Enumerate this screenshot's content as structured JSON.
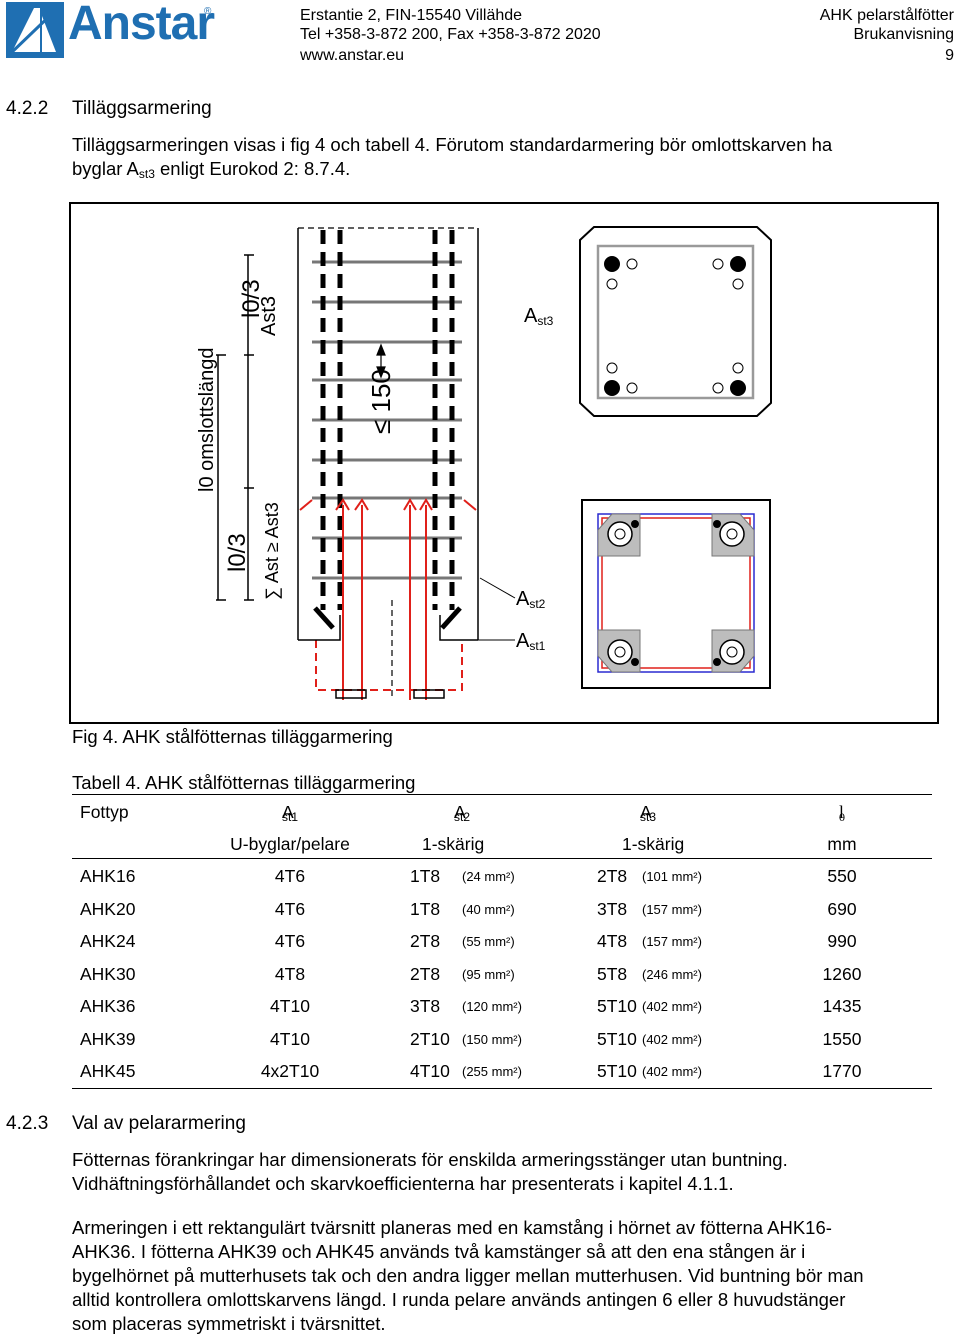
{
  "header": {
    "logo_text": "Anstar",
    "address_line1": "Erstantie 2, FIN-15540 Villähde",
    "address_line2": "Tel +358-3-872 200, Fax +358-3-872 2020",
    "website": "www.anstar.eu",
    "doc_title": "AHK pelarstålfötter",
    "doc_type": "Brukanvisning",
    "page_number": "9"
  },
  "section_422": {
    "number": "4.2.2",
    "title": "Tilläggsarmering",
    "para_line1": "Tilläggsarmeringen visas i fig 4 och tabell 4. Förutom standardarmering bör omlottskarven ha",
    "para_line2_a": "byglar A",
    "para_line2_sub": "st3",
    "para_line2_b": " enligt Eurokod 2: 8.7.4."
  },
  "figure": {
    "label_l0_3_top": "l0/3",
    "label_ast3_vertical": "Ast3",
    "label_l0_omlott": "l0 omslottslängd",
    "label_150": "≤ 150",
    "label_l0_3_bottom": "l0/3",
    "label_sum_ast": "∑ Ast ≥ Ast3",
    "label_ast3_a": "A",
    "label_ast3_sub": "st3",
    "label_ast2_a": "A",
    "label_ast2_sub": "st2",
    "label_ast1_a": "A",
    "label_ast1_sub": "st1",
    "caption": "Fig 4. AHK stålfötternas tilläggarmering",
    "colors": {
      "red": "#e0201a",
      "blue": "#2a2ad0",
      "grey": "#9a9a9a"
    }
  },
  "table": {
    "caption": "Tabell 4. AHK stålfötternas tilläggarmering",
    "header_row1": [
      "Fottyp",
      "A",
      "A",
      "A",
      "l"
    ],
    "header_row1_subs": [
      "",
      "st1",
      "st2",
      "st3",
      "0"
    ],
    "header_row2": [
      "",
      "U-byglar/pelare",
      "1-skärig",
      "1-skärig",
      "mm"
    ],
    "rows": [
      [
        "AHK16",
        "4T6",
        "1T8",
        "(24 mm²)",
        "2T8",
        "(101 mm²)",
        "550"
      ],
      [
        "AHK20",
        "4T6",
        "1T8",
        "(40 mm²)",
        "3T8",
        "(157 mm²)",
        "690"
      ],
      [
        "AHK24",
        "4T6",
        "2T8",
        "(55 mm²)",
        "4T8",
        "(157 mm²)",
        "990"
      ],
      [
        "AHK30",
        "4T8",
        "2T8",
        "(95 mm²)",
        "5T8",
        "(246 mm²)",
        "1260"
      ],
      [
        "AHK36",
        "4T10",
        "3T8",
        "(120 mm²)",
        "5T10",
        "(402 mm²)",
        "1435"
      ],
      [
        "AHK39",
        "4T10",
        "2T10",
        "(150 mm²)",
        "5T10",
        "(402 mm²)",
        "1550"
      ],
      [
        "AHK45",
        "4x2T10",
        "4T10",
        "(255 mm²)",
        "5T10",
        "(402 mm²)",
        "1770"
      ]
    ]
  },
  "section_423": {
    "number": "4.2.3",
    "title": "Val av pelararmering",
    "p1_line1": "Fötternas förankringar har dimensionerats för enskilda armeringsstänger utan buntning.",
    "p1_line2": "Vidhäftningsförhållandet och skarvkoefficienterna har presenterats i kapitel 4.1.1.",
    "p2_line1": "Armeringen i ett rektangulärt tvärsnitt planeras med en kamstång i hörnet av fötterna AHK16-",
    "p2_line2": "AHK36. I fötterna AHK39 och AHK45 används två kamstänger så att den ena stången är i",
    "p2_line3": "bygelhörnet på mutterhusets tak och den andra ligger mellan mutterhusen. Vid buntning bör man",
    "p2_line4": "alltid kontrollera omlottskarvens längd. I runda pelare används antingen 6 eller 8 huvudstänger",
    "p2_line5": "som placeras symmetriskt i tvärsnittet."
  }
}
